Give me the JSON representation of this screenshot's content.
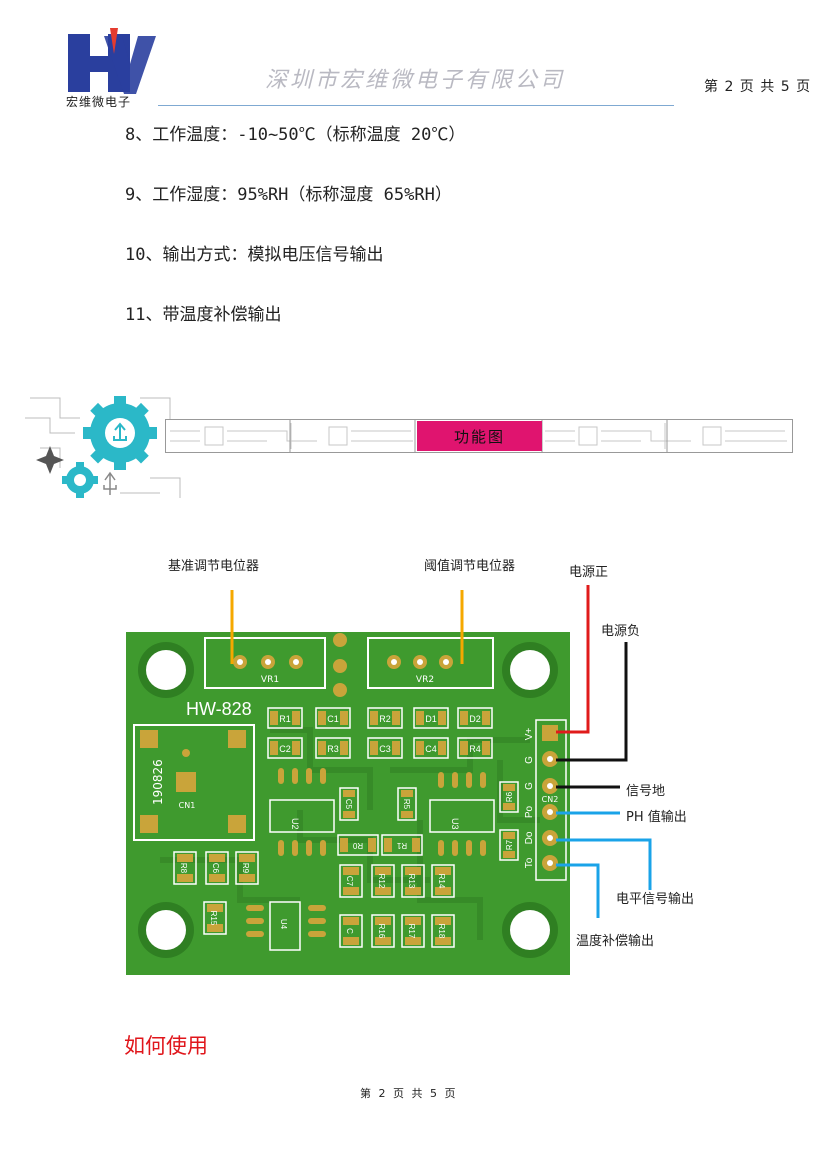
{
  "header": {
    "logo_text": "宏维微电子",
    "company": "深圳市宏维微电子有限公司",
    "page_indicator": "第 2 页 共 5 页"
  },
  "specs": [
    "8、工作温度：-10~50℃（标称温度 20℃）",
    "9、工作湿度：95%RH（标称湿度 65%RH）",
    "10、输出方式：模拟电压信号输出",
    "11、带温度补偿输出"
  ],
  "banner": {
    "title": "功能图",
    "accent_color": "#e0146f",
    "gear_color": "#2bb8c8"
  },
  "diagram": {
    "labels": {
      "vr1": "基准调节电位器",
      "vr2": "阈值调节电位器",
      "power_pos": "电源正",
      "power_neg": "电源负",
      "signal_gnd": "信号地",
      "ph_out": "PH 值输出",
      "level_out": "电平信号输出",
      "temp_out": "温度补偿输出"
    },
    "board": {
      "model": "HW-828",
      "date_code": "190826",
      "cn1": "CN1",
      "cn2": "CN2",
      "vr1": "VR1",
      "vr2": "VR2",
      "pins": [
        "V+",
        "G",
        "G",
        "Po",
        "Do",
        "To"
      ],
      "components": [
        "R1",
        "C1",
        "R2",
        "D1",
        "D2",
        "C2",
        "R3",
        "C3",
        "C4",
        "R4",
        "C5",
        "R5",
        "R6",
        "U2",
        "U3",
        "R0",
        "R1",
        "R7",
        "R8",
        "C6",
        "R9",
        "C7",
        "R12",
        "R13",
        "R14",
        "R15",
        "U4",
        "C",
        "R16",
        "R17",
        "R18"
      ]
    },
    "colors": {
      "board": "#3f9a2e",
      "board_dark": "#2f7f22",
      "pad": "#c9a43a",
      "silk": "#ffffff",
      "potentiometer_line": "#f5a800",
      "power_pos_line": "#e01b1b",
      "power_neg_line": "#111111",
      "output_line": "#1aa3e8"
    }
  },
  "section_title": "如何使用",
  "footer": {
    "page_indicator": "第 2 页 共 5 页"
  }
}
